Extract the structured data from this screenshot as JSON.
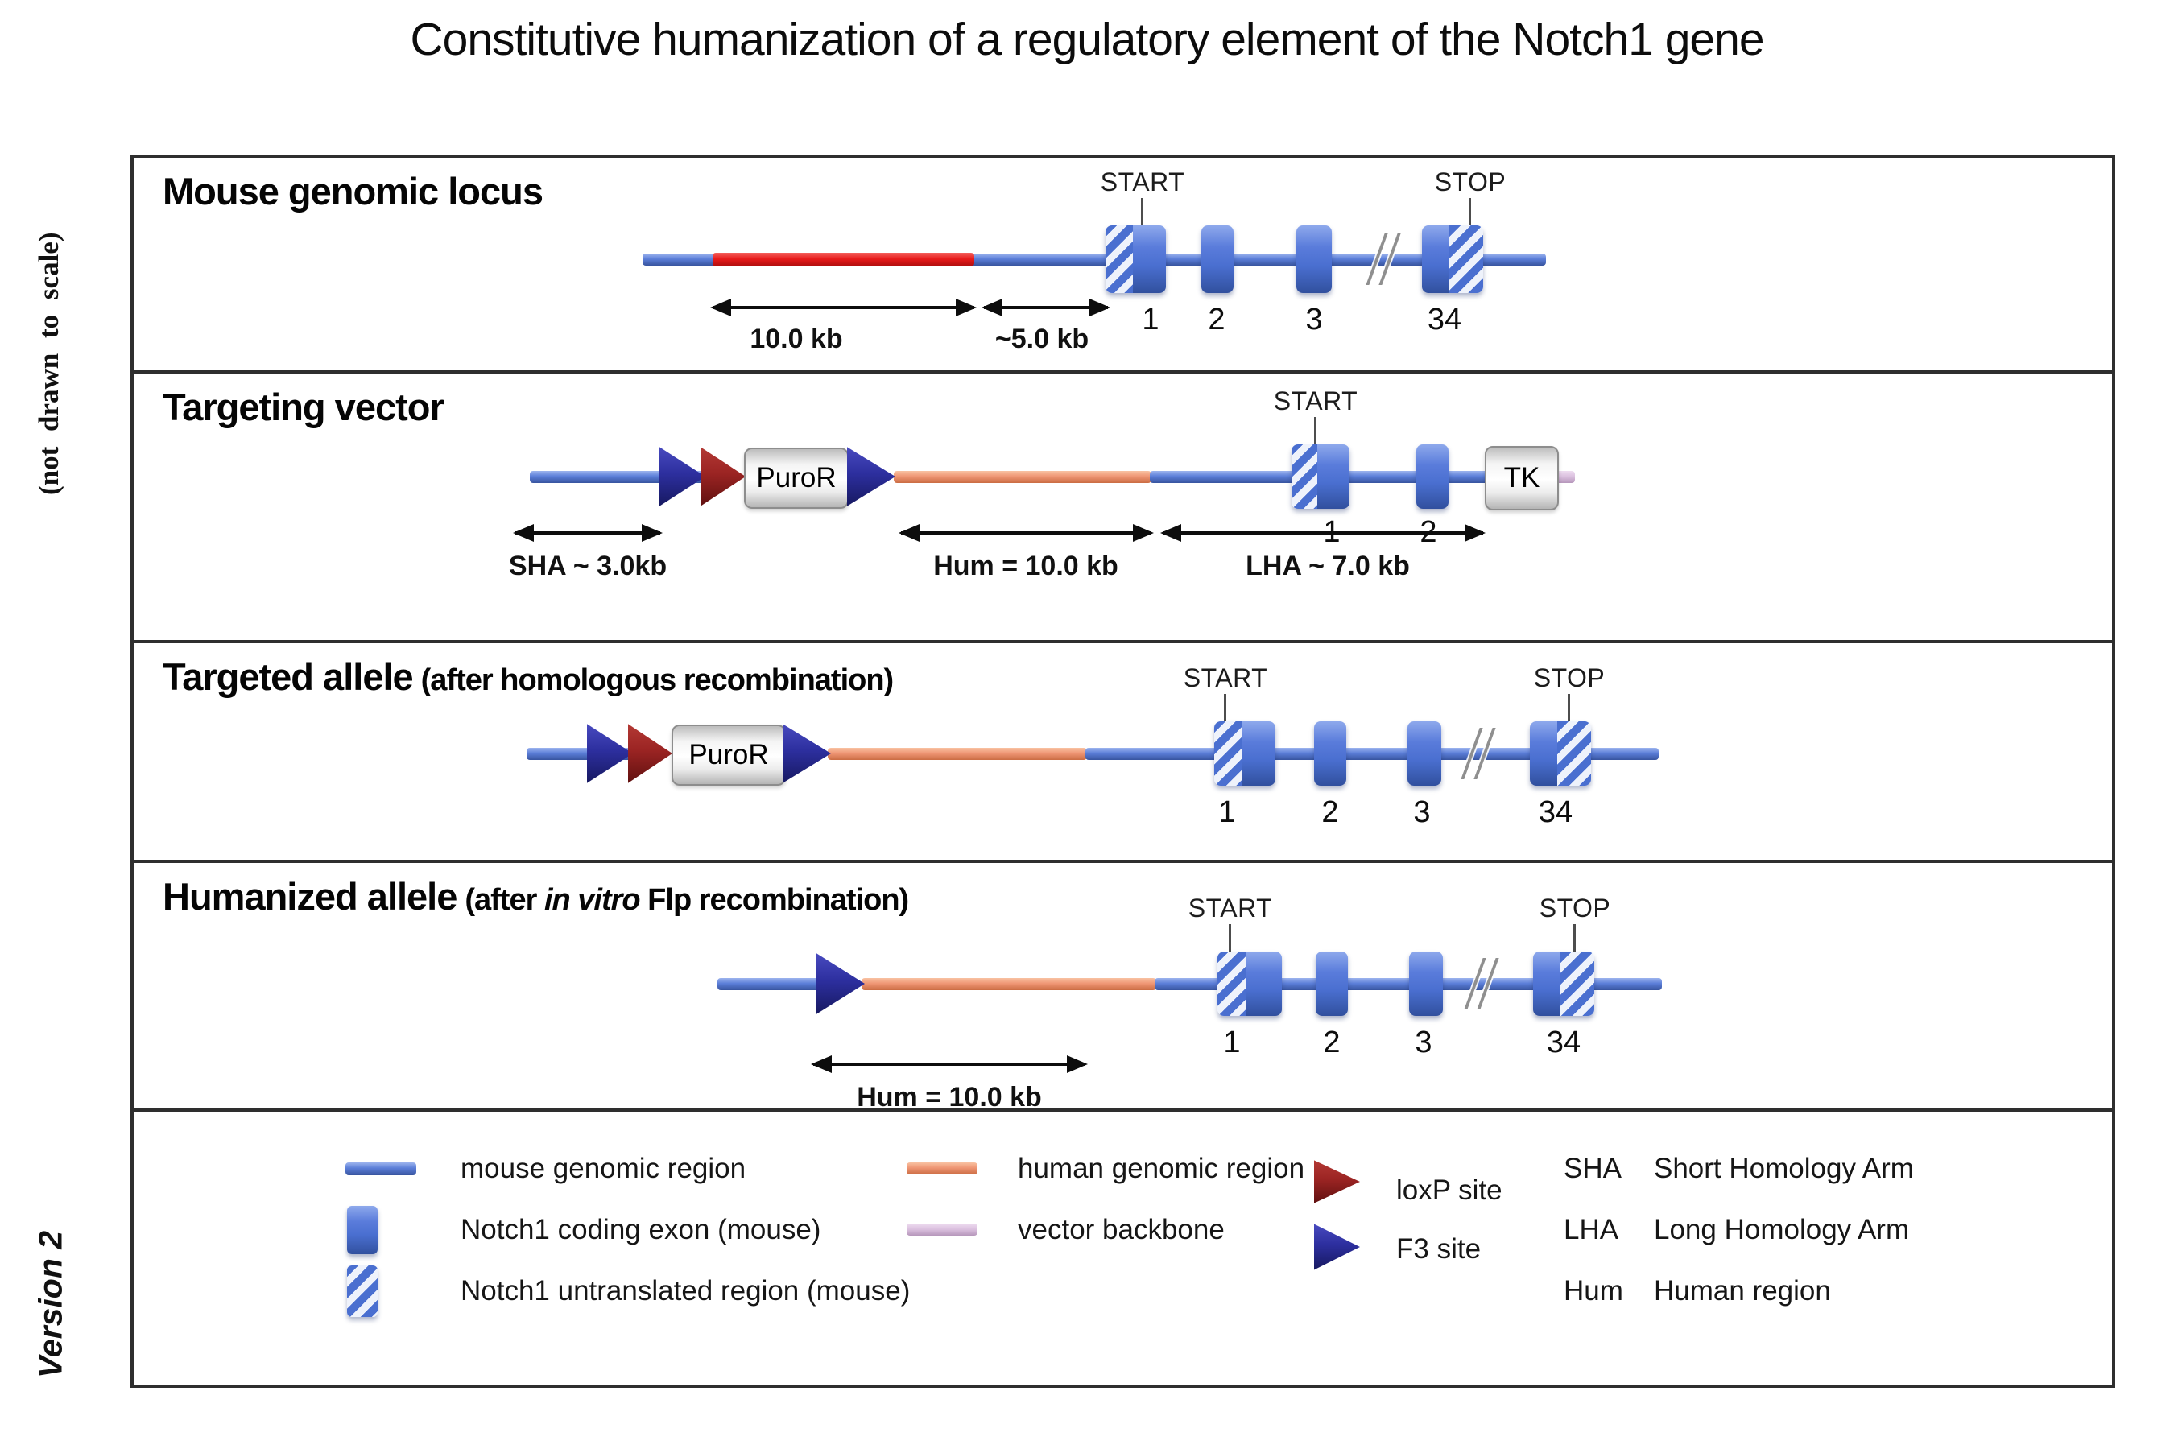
{
  "title": "Constitutive humanization of a regulatory element of the Notch1 gene",
  "side_notes": {
    "scale": "(not drawn to scale)",
    "version": "Version 2"
  },
  "colors": {
    "mouse-blue": "#5b7ed8",
    "exon-blue": "#4a6fd0",
    "red-region": "#e81a1a",
    "human-orange": "#ef9674",
    "backbone-pink": "#d9bedd",
    "loxp-red": "#9b2423",
    "f3-navy": "#2d2f9f"
  },
  "panels": {
    "mouse_locus": {
      "title": "Mouse genomic locus",
      "start": "START",
      "stop": "STOP",
      "exon1": "1",
      "exon2": "2",
      "exon3": "3",
      "exon34": "34",
      "dim_10kb": "10.0 kb",
      "dim_5kb": "~5.0 kb"
    },
    "targeting_vector": {
      "title": "Targeting vector",
      "start": "START",
      "puror": "PuroR",
      "tk": "TK",
      "exon1": "1",
      "exon2": "2",
      "dim_sha": "SHA ~ 3.0kb",
      "dim_hum": "Hum = 10.0 kb",
      "dim_lha": "LHA ~ 7.0 kb"
    },
    "targeted_allele": {
      "title": "Targeted allele",
      "subtitle": "(after homologous recombination)",
      "start": "START",
      "stop": "STOP",
      "puror": "PuroR",
      "exon1": "1",
      "exon2": "2",
      "exon3": "3",
      "exon34": "34"
    },
    "humanized_allele": {
      "title": "Humanized allele",
      "subtitle_pre": "(after ",
      "subtitle_italic": "in vitro",
      "subtitle_post": " Flp recombination)",
      "start": "START",
      "stop": "STOP",
      "exon1": "1",
      "exon2": "2",
      "exon3": "3",
      "exon34": "34",
      "dim_hum": "Hum = 10.0 kb"
    }
  },
  "legend": {
    "mouse_region": "mouse genomic region",
    "coding_exon": "Notch1 coding exon (mouse)",
    "utr": "Notch1 untranslated region (mouse)",
    "human_region": "human genomic region",
    "backbone": "vector backbone",
    "loxp": "loxP site",
    "f3": "F3 site",
    "abbr": [
      {
        "abbr": "SHA",
        "meaning": "Short Homology Arm"
      },
      {
        "abbr": "LHA",
        "meaning": "Long Homology Arm"
      },
      {
        "abbr": "Hum",
        "meaning": "Human region"
      }
    ]
  }
}
